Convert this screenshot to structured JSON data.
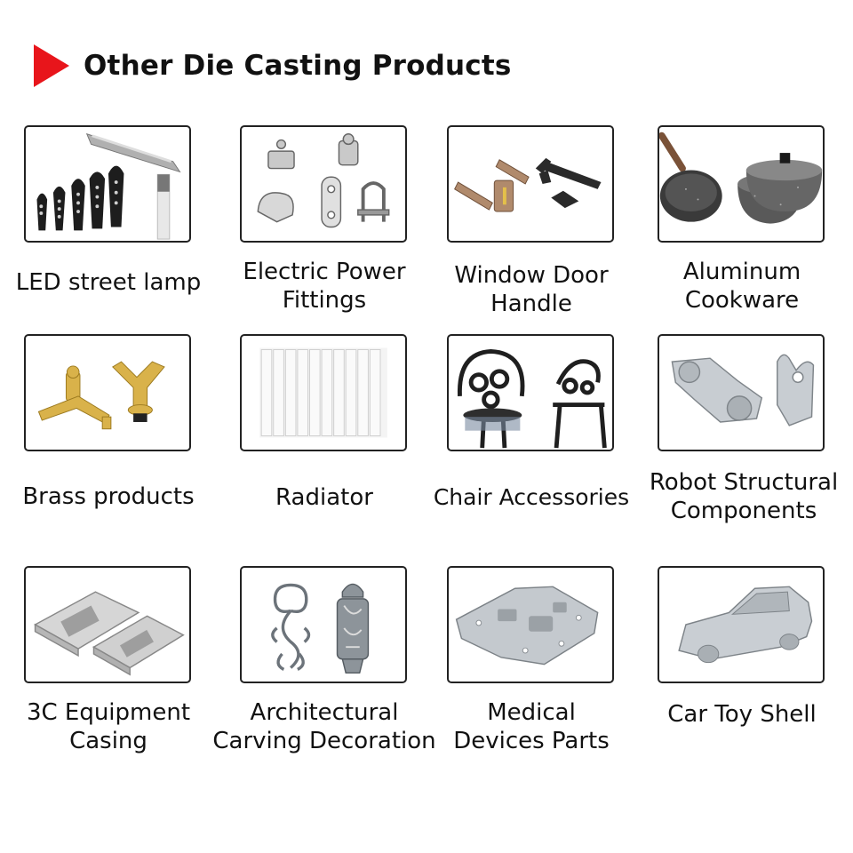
{
  "header": {
    "title": "Other Die Casting Products",
    "accent": "#e8151b"
  },
  "products": [
    {
      "lines": [
        "LED street lamp"
      ],
      "icon": "led-street-lamp-image"
    },
    {
      "lines": [
        "Electric Power",
        "Fittings"
      ],
      "icon": "power-fittings-image"
    },
    {
      "lines": [
        "Window Door",
        "Handle"
      ],
      "icon": "door-handle-image"
    },
    {
      "lines": [
        "Aluminum",
        "Cookware"
      ],
      "icon": "cookware-image"
    },
    {
      "lines": [
        "Brass products"
      ],
      "icon": "brass-faucet-image"
    },
    {
      "lines": [
        "Radiator"
      ],
      "icon": "radiator-image"
    },
    {
      "lines": [
        "Chair Accessories"
      ],
      "icon": "chair-image"
    },
    {
      "lines": [
        "Robot Structural",
        "Components"
      ],
      "icon": "robot-part-image"
    },
    {
      "lines": [
        "3C Equipment",
        "Casing"
      ],
      "icon": "casing-image"
    },
    {
      "lines": [
        "Architectural",
        "Carving Decoration"
      ],
      "icon": "carving-image"
    },
    {
      "lines": [
        "Medical",
        "Devices Parts"
      ],
      "icon": "medical-part-image"
    },
    {
      "lines": [
        "Car Toy Shell"
      ],
      "icon": "car-shell-image"
    }
  ]
}
